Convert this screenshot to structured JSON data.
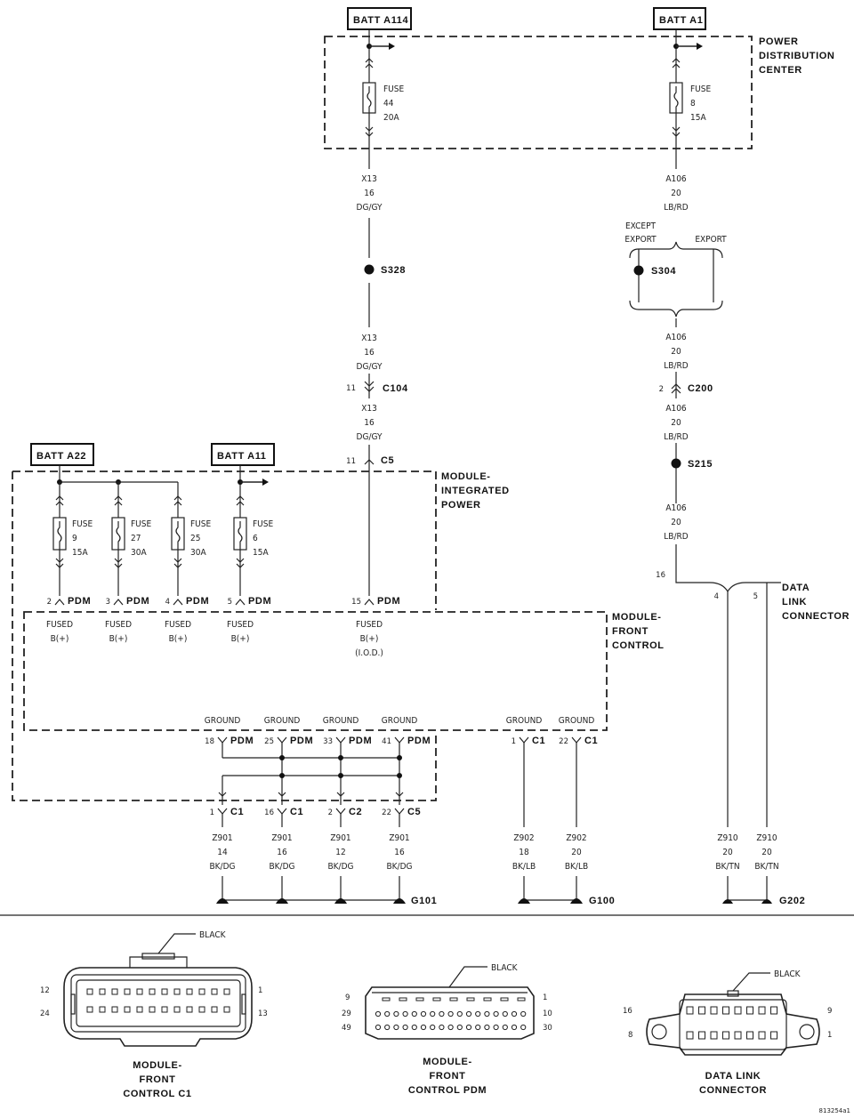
{
  "batt": {
    "a114": "BATT A114",
    "a1": "BATT A1",
    "a22": "BATT A22",
    "a11": "BATT A11"
  },
  "pdc": {
    "line1": "POWER",
    "line2": "DISTRIBUTION",
    "line3": "CENTER"
  },
  "mip": {
    "line1": "MODULE-",
    "line2": "INTEGRATED",
    "line3": "POWER"
  },
  "mfc": {
    "line1": "MODULE-",
    "line2": "FRONT",
    "line3": "CONTROL"
  },
  "dlc": {
    "line1": "DATA",
    "line2": "LINK",
    "line3": "CONNECTOR"
  },
  "fuse_word": "FUSE",
  "fuses": {
    "f44": {
      "num": "44",
      "amp": "20A"
    },
    "f8": {
      "num": "8",
      "amp": "15A"
    },
    "f9": {
      "num": "9",
      "amp": "15A"
    },
    "f27": {
      "num": "27",
      "amp": "30A"
    },
    "f25": {
      "num": "25",
      "amp": "30A"
    },
    "f6": {
      "num": "6",
      "amp": "15A"
    }
  },
  "wires": {
    "x13": {
      "circuit": "X13",
      "gauge": "16",
      "color": "DG/GY"
    },
    "a106": {
      "circuit": "A106",
      "gauge": "20",
      "color": "LB/RD"
    },
    "z901_14": {
      "circuit": "Z901",
      "gauge": "14",
      "color": "BK/DG"
    },
    "z901_16": {
      "circuit": "Z901",
      "gauge": "16",
      "color": "BK/DG"
    },
    "z901_12": {
      "circuit": "Z901",
      "gauge": "12",
      "color": "BK/DG"
    },
    "z902_18": {
      "circuit": "Z902",
      "gauge": "18",
      "color": "BK/LB"
    },
    "z902_20": {
      "circuit": "Z902",
      "gauge": "20",
      "color": "BK/LB"
    },
    "z910": {
      "circuit": "Z910",
      "gauge": "20",
      "color": "BK/TN"
    }
  },
  "splices": {
    "s328": "S328",
    "s304": "S304",
    "s215": "S215"
  },
  "option": {
    "except1": "EXCEPT",
    "except2": "EXPORT",
    "export": "EXPORT"
  },
  "connectors": {
    "c104": "C104",
    "c200": "C200",
    "c5": "C5",
    "pdm": "PDM",
    "c1": "C1",
    "c2": "C2"
  },
  "pins": {
    "p11": "11",
    "p2": "2",
    "p3": "3",
    "p4": "4",
    "p5": "5",
    "p15": "15",
    "p18": "18",
    "p25": "25",
    "p33": "33",
    "p41": "41",
    "p1": "1",
    "p22": "22",
    "p16": "16"
  },
  "labels": {
    "fused": "FUSED",
    "bplus": "B(+)",
    "iod": "(I.O.D.)",
    "ground": "GROUND"
  },
  "grounds": {
    "g101": "G101",
    "g100": "G100",
    "g202": "G202"
  },
  "views": {
    "black": "BLACK",
    "c1_name": {
      "l1": "MODULE-",
      "l2": "FRONT",
      "l3": "CONTROL C1"
    },
    "pdm_name": {
      "l1": "MODULE-",
      "l2": "FRONT",
      "l3": "CONTROL PDM"
    },
    "dlc_name": {
      "l1": "DATA LINK",
      "l2": "CONNECTOR"
    },
    "c1_pins": {
      "tl": "12",
      "bl": "24",
      "tr": "1",
      "br": "13"
    },
    "pdm_pins": {
      "l1": "9",
      "l2": "29",
      "l3": "49",
      "r1": "1",
      "r2": "10",
      "r3": "30"
    },
    "dlc_pins": {
      "tl": "16",
      "bl": "8",
      "tr": "9",
      "br": "1"
    }
  },
  "figure_id": "813254a1"
}
